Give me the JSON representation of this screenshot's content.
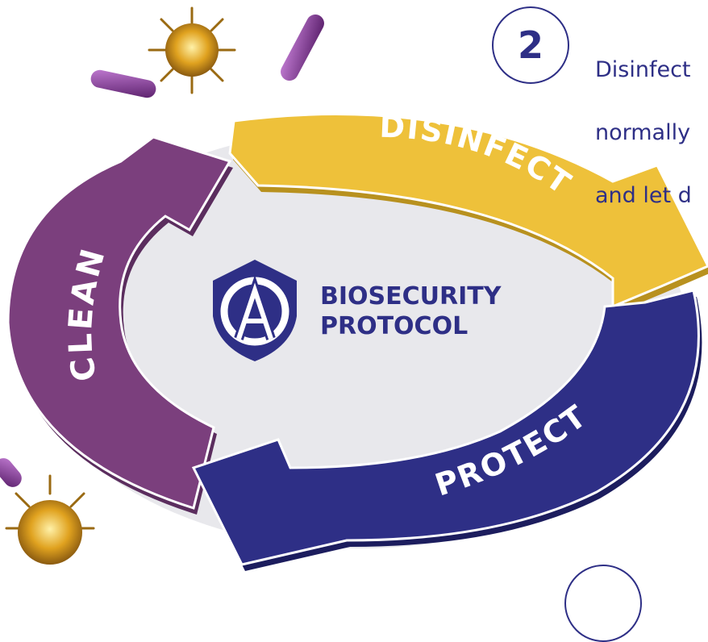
{
  "step": {
    "number": "2",
    "text_lines": [
      "Disinfect",
      "normally",
      "and let d"
    ]
  },
  "cycle": {
    "disinfect_label": "DISINFECT",
    "protect_label": "PROTECT",
    "clean_label": "CLEAN"
  },
  "logo": {
    "title_line1": "BIOSECURITY",
    "title_line2": "PROTOCOL"
  },
  "colors": {
    "navy": "#2e2f86",
    "yellow": "#eec13a",
    "purple": "#7b3f7d",
    "white": "#ffffff"
  }
}
